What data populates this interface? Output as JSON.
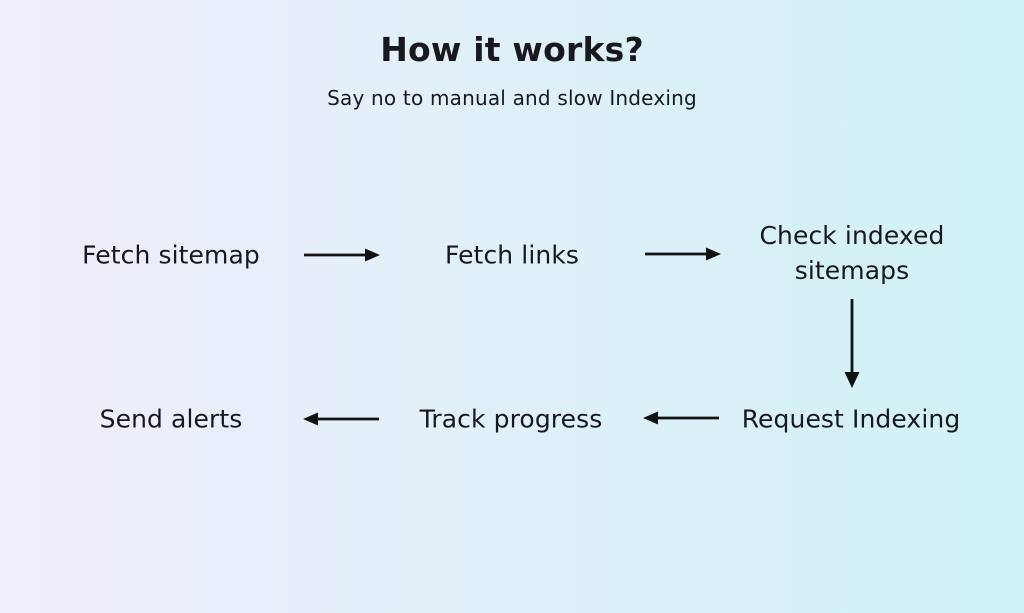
{
  "page": {
    "title": "How it works?",
    "subtitle": "Say no to manual and slow Indexing"
  },
  "flow": {
    "steps": [
      {
        "id": "fetch-sitemap",
        "label": "Fetch sitemap"
      },
      {
        "id": "fetch-links",
        "label": "Fetch links"
      },
      {
        "id": "check-indexed-sitemaps",
        "label": "Check indexed sitemaps"
      },
      {
        "id": "request-indexing",
        "label": "Request Indexing"
      },
      {
        "id": "track-progress",
        "label": "Track progress"
      },
      {
        "id": "send-alerts",
        "label": "Send alerts"
      }
    ],
    "connections": [
      {
        "from": "Fetch sitemap",
        "to": "Fetch links",
        "direction": "right"
      },
      {
        "from": "Fetch links",
        "to": "Check indexed sitemaps",
        "direction": "right"
      },
      {
        "from": "Check indexed sitemaps",
        "to": "Request Indexing",
        "direction": "down"
      },
      {
        "from": "Request Indexing",
        "to": "Track progress",
        "direction": "left"
      },
      {
        "from": "Track progress",
        "to": "Send alerts",
        "direction": "left"
      }
    ]
  },
  "colors": {
    "background_left": "#f0eefb",
    "background_right": "#cff2f5",
    "text": "#18181d",
    "arrow": "#121212"
  }
}
